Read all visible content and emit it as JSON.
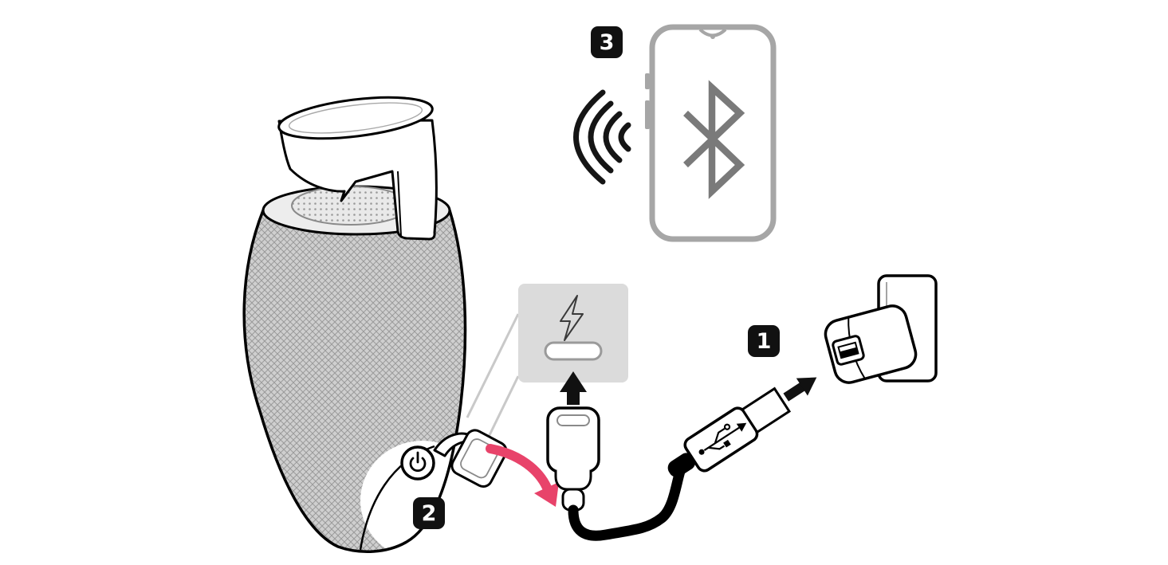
{
  "steps": [
    {
      "number": "1"
    },
    {
      "number": "2"
    },
    {
      "number": "3"
    }
  ],
  "icons": {
    "phone_symbol": "bluetooth-icon",
    "phone_left": "signal-waves-icon",
    "callout_top": "charging-bolt-icon",
    "speaker_button": "power-icon",
    "cable_plug": "usb-trident-icon",
    "between_port_and_plug": "up-arrow-icon",
    "between_plug_and_charger": "insert-arrow-icon",
    "from_flap": "open-flap-arrow-icon"
  },
  "colors": {
    "accent": "#E8436A",
    "badge": "#111111",
    "panel": "#DBDBDB",
    "phone_frame": "#A6A6A6",
    "bluetooth": "#7A7A7A",
    "speaker_texture": "#CFCFCF",
    "ink": "#000000"
  }
}
